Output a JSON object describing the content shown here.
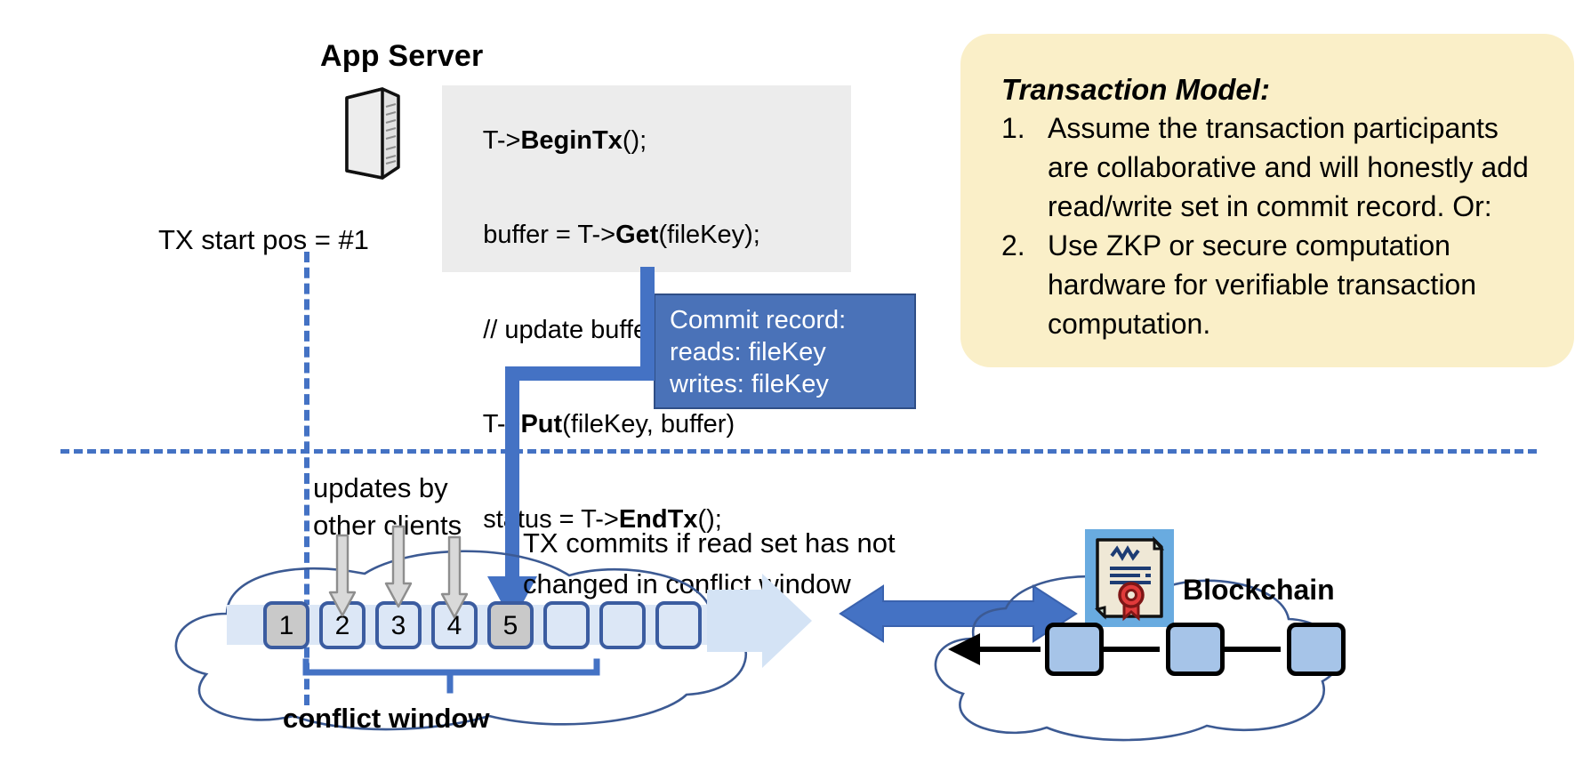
{
  "app_server": {
    "title": "App Server",
    "icon": "server-tower-icon",
    "code_lines": [
      {
        "pre": "T->",
        "bold": "BeginTx",
        "post": "();"
      },
      {
        "pre": "buffer = T->",
        "bold": "Get",
        "post": "(fileKey);"
      },
      {
        "pre": "// update buffer;",
        "bold": "",
        "post": ""
      },
      {
        "pre": "T->",
        "bold": "Put",
        "post": "(fileKey, buffer)"
      },
      {
        "pre": "status = T->",
        "bold": "EndTx",
        "post": "();"
      }
    ]
  },
  "tx_start": {
    "label": "TX start pos = #1"
  },
  "commit_record": {
    "lines": [
      "Commit record:",
      "reads: fileKey",
      "writes: fileKey"
    ],
    "color": "#4A72B8"
  },
  "note_panel": {
    "title": "Transaction Model:",
    "background": "#FAEFC8",
    "items": [
      {
        "num": "1.",
        "text": "Assume the transaction participants are collaborative and will honestly add read/write set in commit record.  Or:"
      },
      {
        "num": "2.",
        "text": "Use ZKP or secure computation hardware for verifiable transaction computation."
      }
    ]
  },
  "log": {
    "updates_label": "updates by\nother clients",
    "commits_label": "TX commits if read set has not\nchanged in conflict window",
    "conflict_window_label": "conflict window",
    "entries": [
      {
        "num": "1",
        "state": "filled"
      },
      {
        "num": "2",
        "state": "open"
      },
      {
        "num": "3",
        "state": "open"
      },
      {
        "num": "4",
        "state": "open"
      },
      {
        "num": "5",
        "state": "filled"
      },
      {
        "num": "",
        "state": "empty"
      },
      {
        "num": "",
        "state": "empty"
      },
      {
        "num": "",
        "state": "empty"
      }
    ],
    "update_arrow_count": 3,
    "commit_target_entry": "5"
  },
  "blockchain": {
    "label": "Blockchain",
    "block_count": 3,
    "cert_icon": "certificate-seal-icon",
    "block_color": "#A6C4E8"
  },
  "colors": {
    "accent_blue": "#4472C4",
    "dark_blue": "#2F4E86",
    "box_border": "#3B5CA0",
    "log_fill": "#DCE7F6",
    "log_filled": "#C9C9C9",
    "cloud_stroke": "#3C5A93",
    "note_yellow": "#FAEFC8"
  }
}
